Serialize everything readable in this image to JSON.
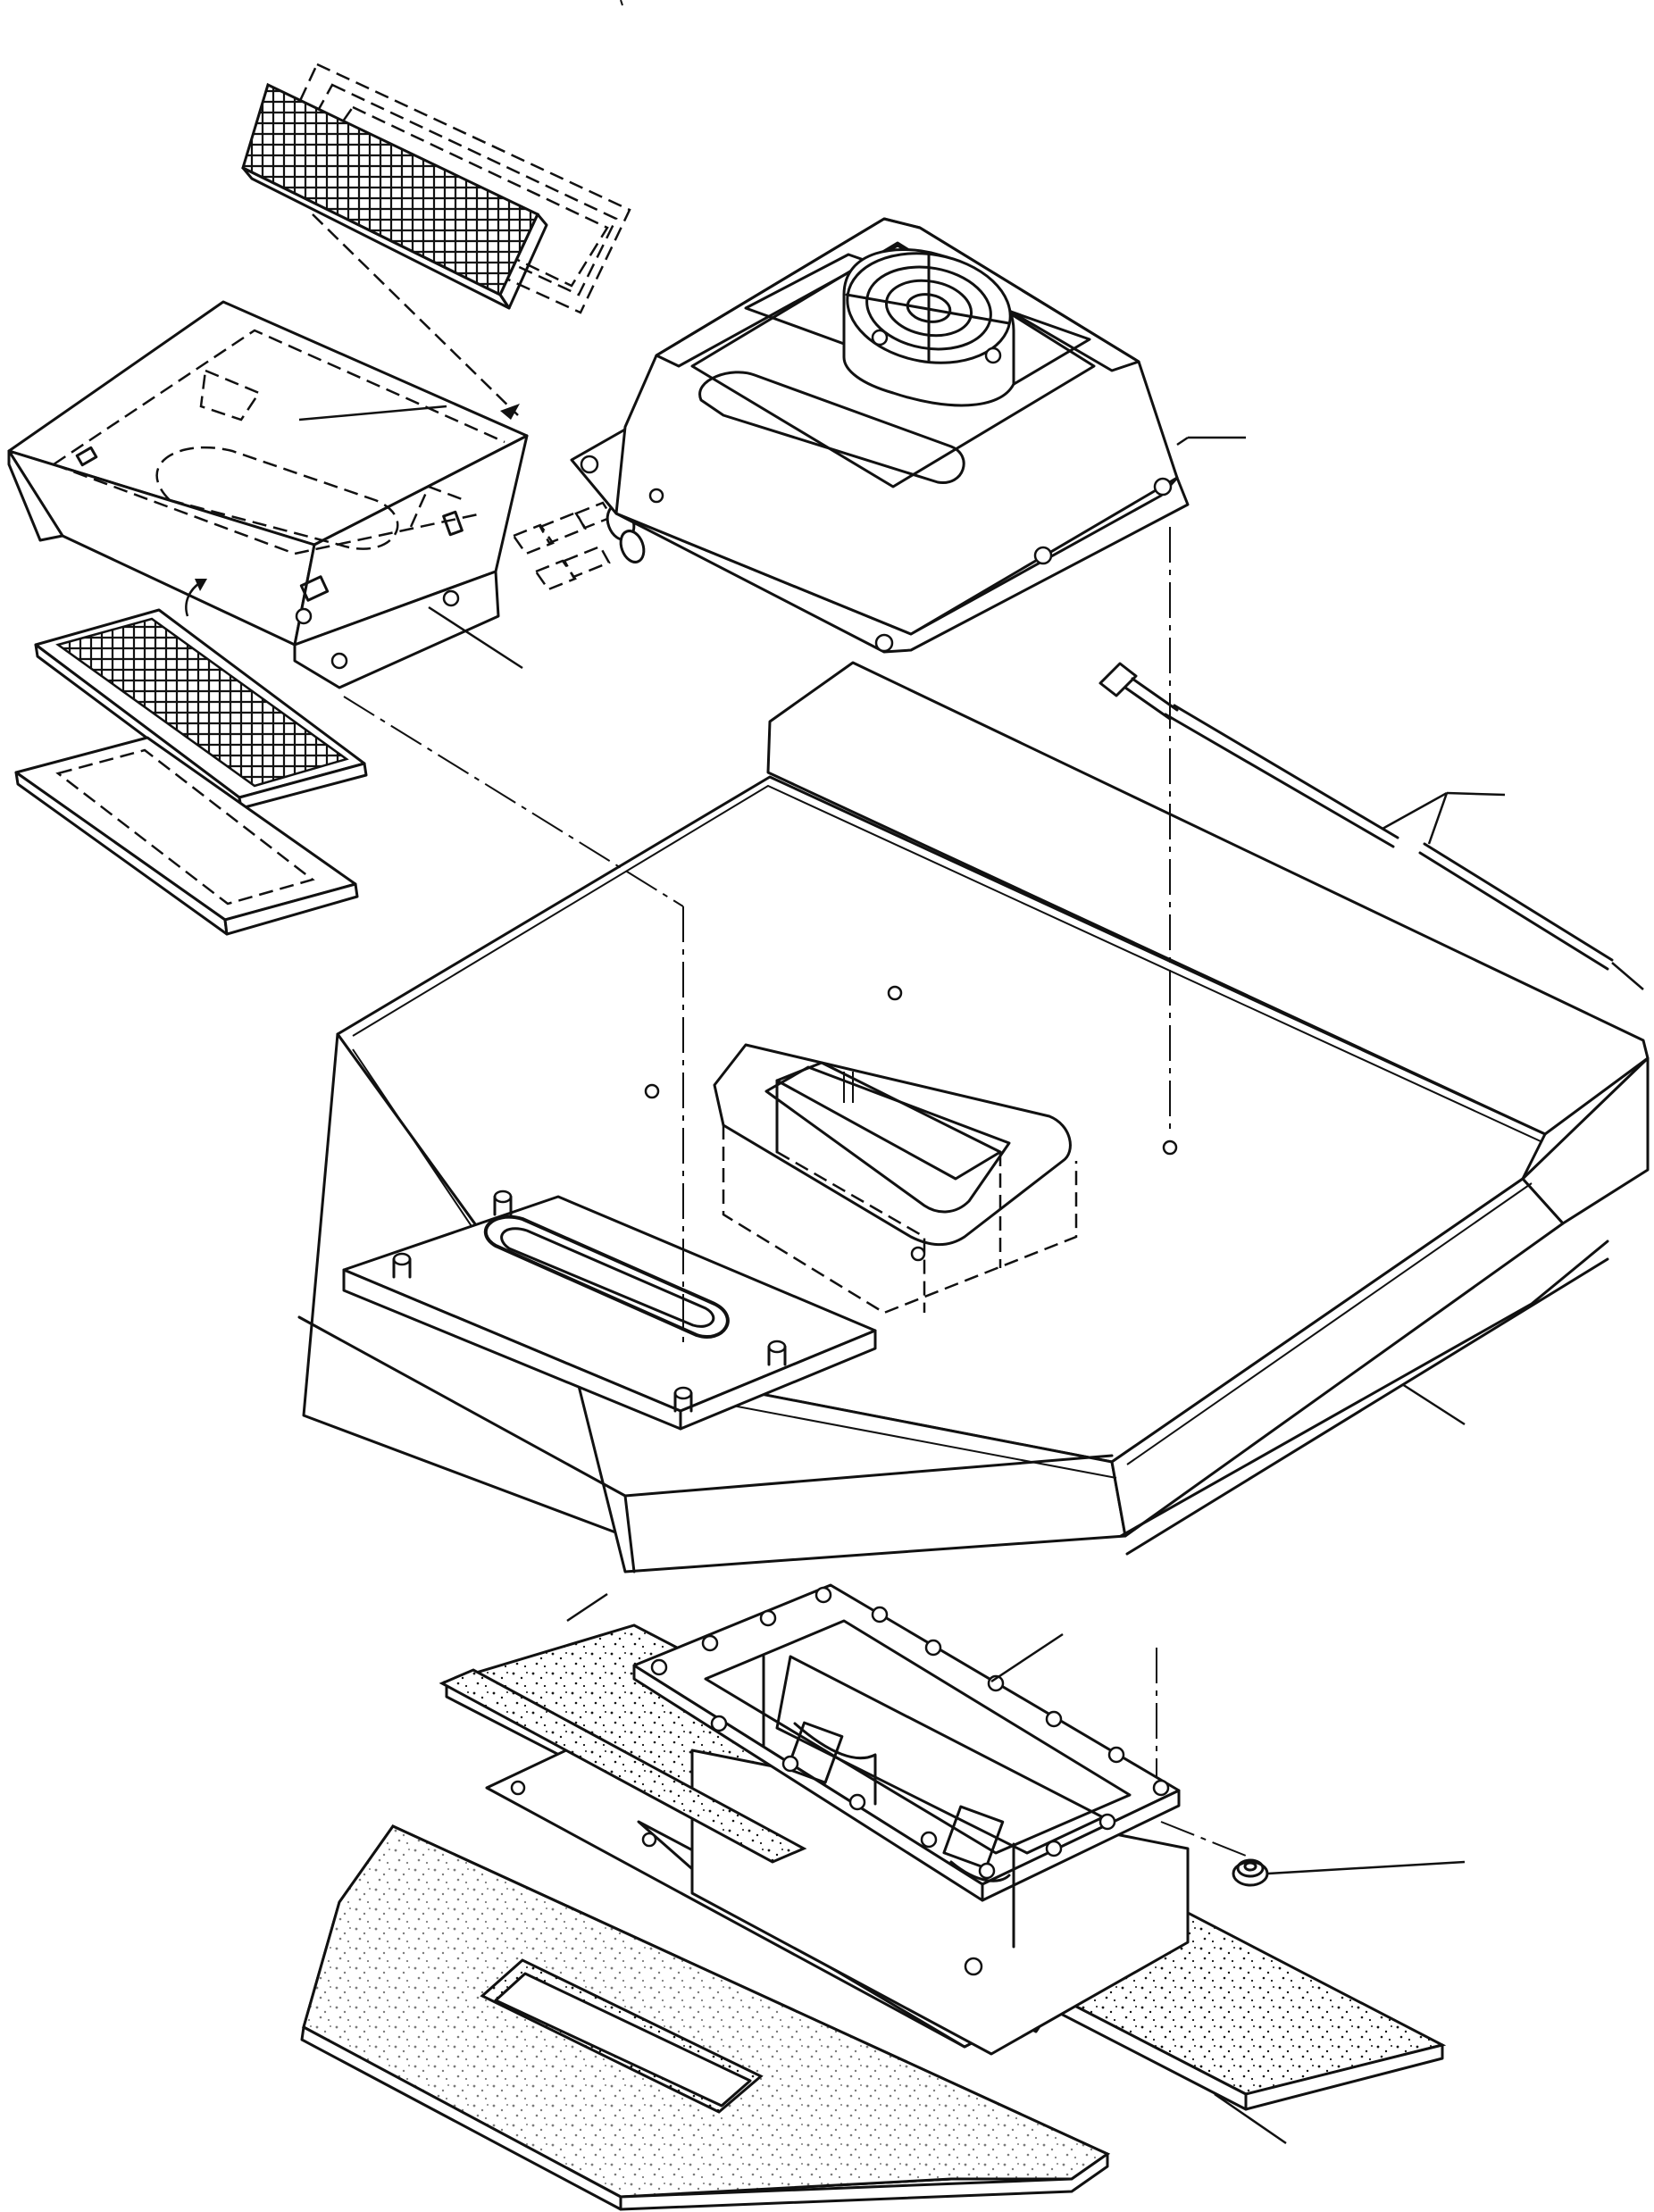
{
  "diagram": {
    "style": "exploded-isometric-line-drawing",
    "stroke_color": "#111111",
    "background_color": "#ffffff",
    "components": [
      "air-filter-element",
      "intake-hood",
      "prefilter-screen",
      "filter-frame",
      "blower-housing",
      "fan-guard",
      "hose-fittings",
      "drain-tube",
      "roof-panel",
      "duct-opening",
      "mounting-plate",
      "adapter-flange",
      "gasket-seal",
      "insulation-pad",
      "grommet"
    ]
  }
}
